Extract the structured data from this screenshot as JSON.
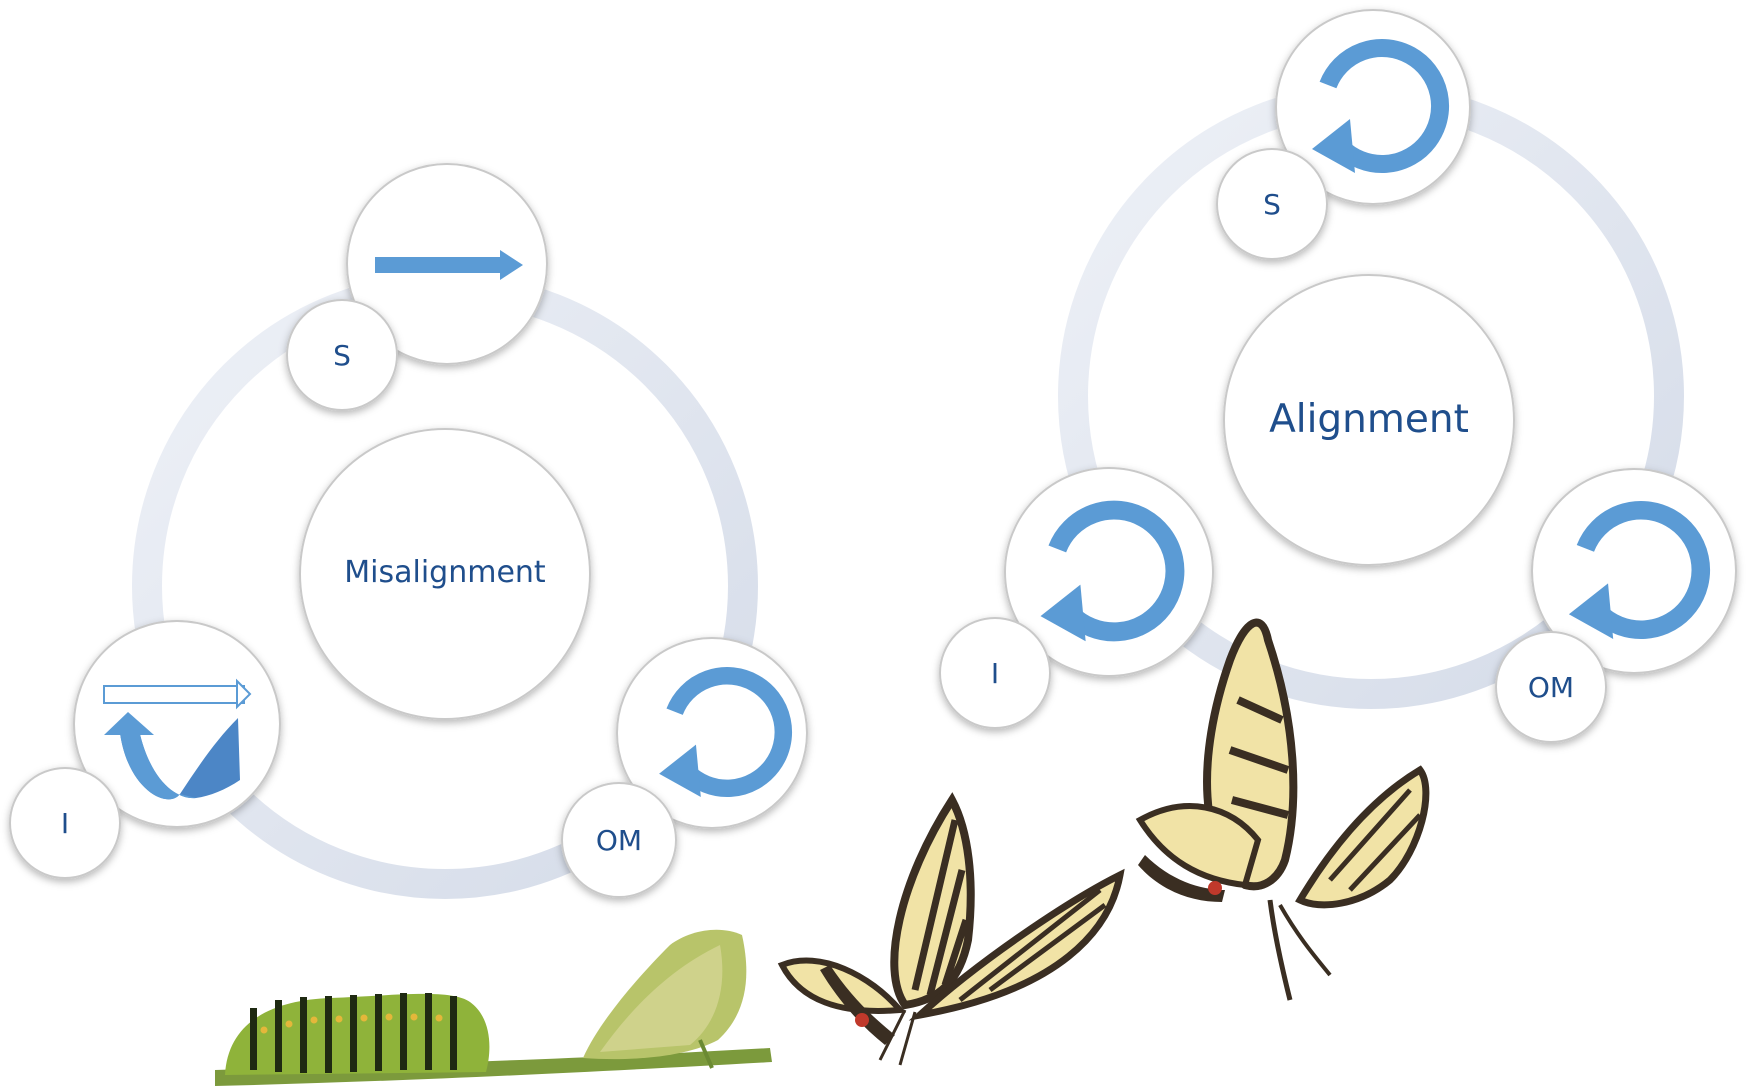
{
  "misalignment_cycle": {
    "center_label": "Misalignment",
    "nodes": {
      "top": {
        "tag": "S",
        "icon": "straight-arrow-icon"
      },
      "left": {
        "tag": "I",
        "icon": "u-turn-arrow-icon"
      },
      "right": {
        "tag": "OM",
        "icon": "circular-arrow-icon"
      }
    }
  },
  "alignment_cycle": {
    "center_label": "Alignment",
    "nodes": {
      "top": {
        "tag": "S",
        "icon": "circular-arrow-icon"
      },
      "left": {
        "tag": "I",
        "icon": "circular-arrow-icon"
      },
      "right": {
        "tag": "OM",
        "icon": "circular-arrow-icon"
      }
    }
  },
  "illustration": {
    "stages": [
      "caterpillar",
      "chrysalis",
      "butterfly",
      "butterfly"
    ]
  },
  "colors": {
    "arrow_blue": "#5b9bd5",
    "ring": "#dde3ee",
    "label_blue": "#1f4e8c",
    "caterpillar_green": "#8fb33a",
    "butterfly_yellow": "#f1e3a6",
    "butterfly_dark": "#3a2e22"
  }
}
